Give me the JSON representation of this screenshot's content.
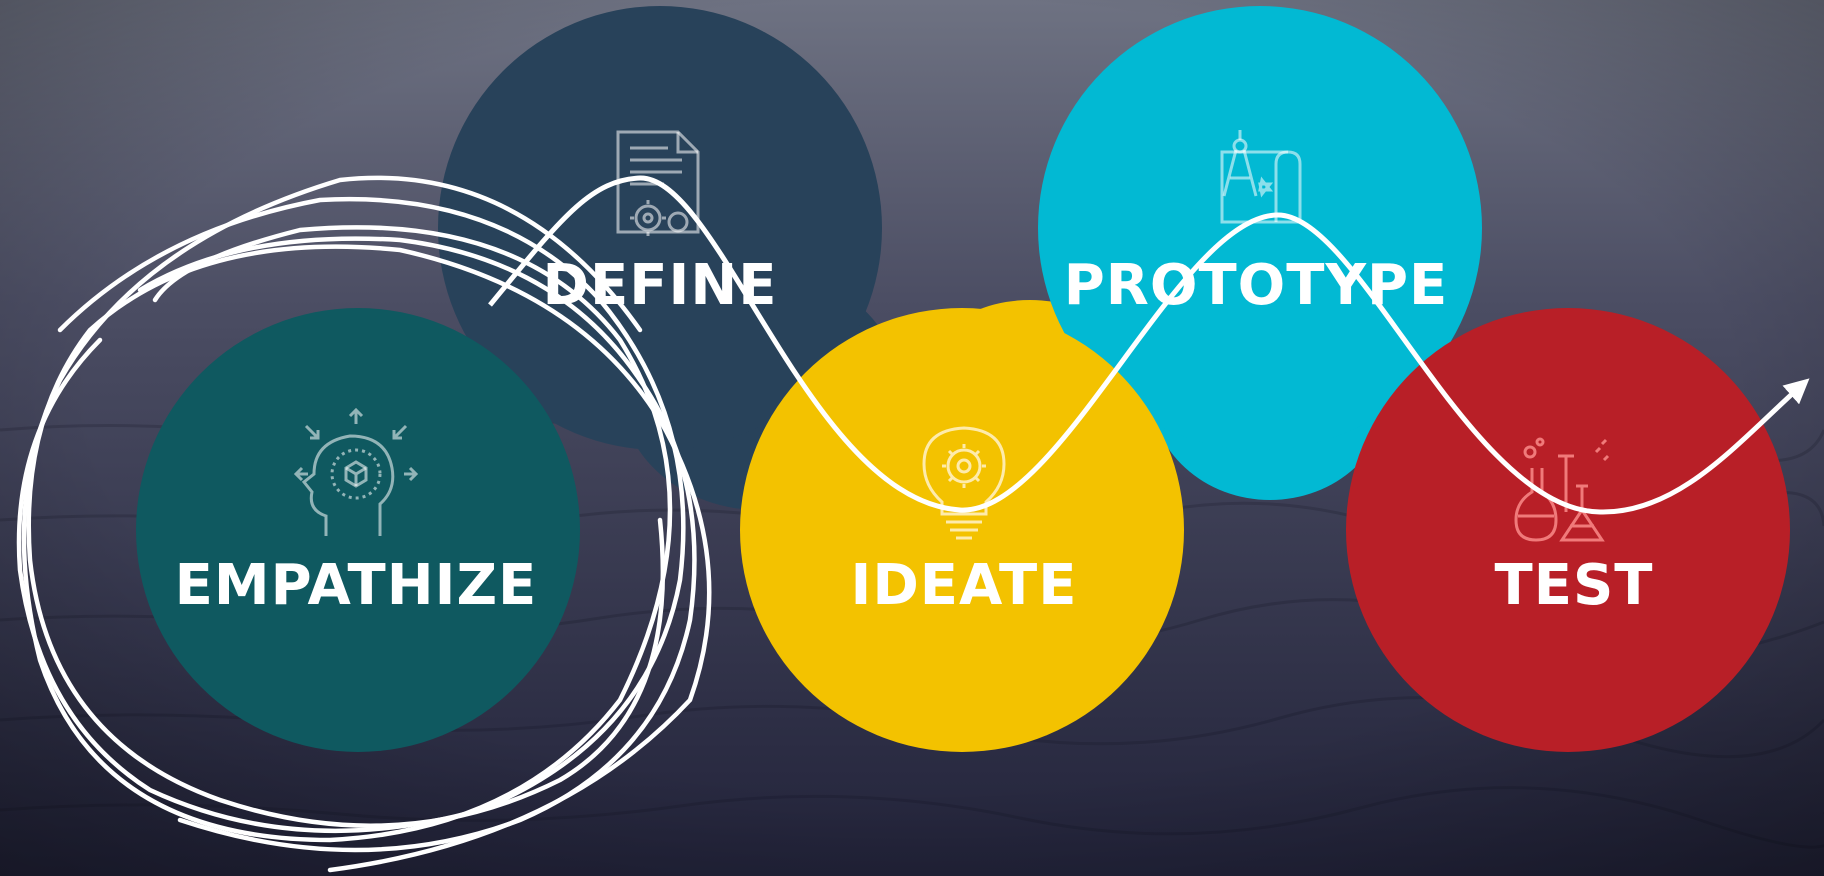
{
  "stages": [
    {
      "id": "empathize",
      "label": "EMPATHIZE",
      "icon": "head-with-cube-icon",
      "color": "#0f5960"
    },
    {
      "id": "define",
      "label": "DEFINE",
      "icon": "document-with-gears-icon",
      "color": "#28425a"
    },
    {
      "id": "ideate",
      "label": "IDEATE",
      "icon": "lightbulb-gear-icon",
      "color": "#f3c200"
    },
    {
      "id": "prototype",
      "label": "PROTOTYPE",
      "icon": "blueprint-compass-icon",
      "color": "#02b9d3"
    },
    {
      "id": "test",
      "label": "TEST",
      "icon": "lab-flasks-icon",
      "color": "#b81f27"
    }
  ],
  "colors": {
    "label_text": "#ffffff",
    "icon_stroke": "rgba(255,255,255,0.55)",
    "test_icon_stroke": "#f07a7a",
    "ideate_icon_stroke": "rgba(255,240,190,0.9)",
    "annotation_stroke": "#ffffff",
    "background_top": "#6b6f80",
    "background_bottom": "#262739"
  }
}
